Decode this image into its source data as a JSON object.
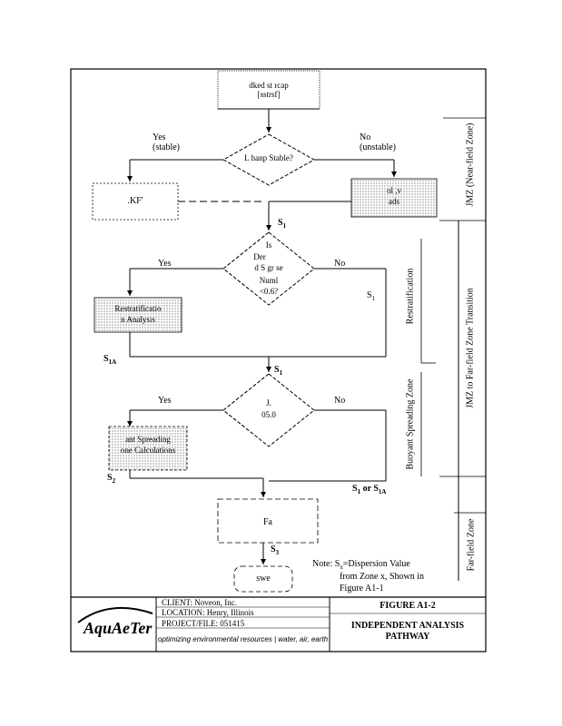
{
  "flowchart": {
    "top_box": [
      "dked  st  rcap",
      "[sstrsf]"
    ],
    "decision1": "L  hanp Stable?",
    "yes1": [
      "Yes",
      "(stable)"
    ],
    "no1": [
      "No",
      "(unstable)"
    ],
    "box_left1": ".KF'",
    "box_right1": [
      "ol  ,v",
      "ads"
    ],
    "s1_label": "S",
    "s1_sub": "1",
    "decision2": [
      "Is",
      "Der",
      "d  S  gr  se",
      "Numl",
      "<0.6?"
    ],
    "yes2": "Yes",
    "no2": "No",
    "s1_right": "S",
    "s1_right_sub": "1",
    "restrat_box": [
      "Restratificatio",
      "n Analysis"
    ],
    "s1a_label": "S",
    "s1a_sub": "1A",
    "s1_mid": "S",
    "s1_mid_sub": "1",
    "decision3": [
      "J.",
      "05.0"
    ],
    "yes3": "Yes",
    "no3": "No",
    "buoyant_box": [
      "ant Spreading",
      "one Calculations"
    ],
    "s2_label": "S",
    "s2_sub": "2",
    "s1_or_s1a": [
      "S",
      "1",
      " or S",
      "1A"
    ],
    "ff_box": "Fa",
    "s3_label": "S",
    "s3_sub": "3",
    "bottom_box": "swe",
    "note": [
      "Note: S",
      "x",
      "=Dispersion Value",
      "from Zone x, Shown in",
      "Figure A1-1"
    ]
  },
  "zones": {
    "jmz": "JMZ (Near-field Zone)",
    "transition": "JMZ to Far-field Zone Transition",
    "restrat": "Restratification",
    "buoyant": "Buoyant Spreading Zone",
    "far_field": "Far-field Zone"
  },
  "title_block": {
    "client": "CLIENT: Noveon, Inc.",
    "location": "LOCATION: Henry, Illinois",
    "project": "PROJECT/FILE: 051415",
    "tagline": "optimizing environmental resources | water, air, earth",
    "logo": "AquAeTer",
    "figure": "FIGURE A1-2",
    "title": [
      "INDEPENDENT ANALYSIS",
      "PATHWAY"
    ]
  }
}
